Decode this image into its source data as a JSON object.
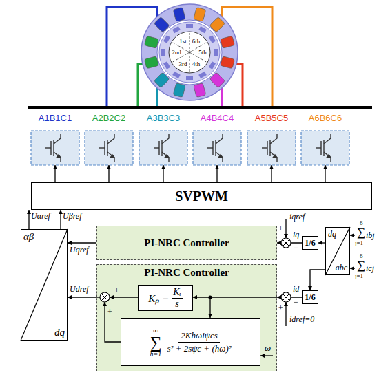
{
  "diagram": {
    "nodes": [
      {
        "text": [
          "A1B1C1"
        ]
      },
      {
        "text": [
          "A2B2C2"
        ]
      },
      {
        "text": [
          "A3B3C3"
        ]
      },
      {
        "text": [
          "A4B4C4"
        ]
      },
      {
        "text": [
          "A5B5C5"
        ]
      },
      {
        "text": [
          "A6B6C6"
        ]
      },
      {
        "text": [
          "SVPWM"
        ]
      },
      {
        "text": [
          "αβ",
          "dq"
        ]
      },
      {
        "text": [
          "PI-NRC Controller"
        ]
      },
      {
        "text": [
          "PI-NRC Controller"
        ]
      },
      {
        "text": [
          "Kₚ −",
          "Kᵢ",
          "s"
        ],
        "in": 9
      },
      {
        "text": [
          "∞",
          "∑",
          "h=1",
          "2Khωiψcs",
          "s² + 2sψc + (hω)²"
        ],
        "in": 9
      },
      {
        "text": [
          "1/6"
        ]
      },
      {
        "text": [
          "1/6"
        ]
      },
      {
        "text": [
          "dq",
          "abc"
        ]
      }
    ],
    "edges": [
      {
        "from": 6,
        "to": 0,
        "arrow": "to"
      },
      {
        "from": 6,
        "to": 1,
        "arrow": "to"
      },
      {
        "from": 6,
        "to": 2,
        "arrow": "to"
      },
      {
        "from": 6,
        "to": 3,
        "arrow": "to"
      },
      {
        "from": 6,
        "to": 4,
        "arrow": "to"
      },
      {
        "from": 6,
        "to": 5,
        "arrow": "to"
      },
      {
        "from": 7,
        "to": 6,
        "label": "Uαref",
        "arrow": "to"
      },
      {
        "from": 7,
        "to": 6,
        "label": "Uβref",
        "arrow": "to"
      },
      {
        "from": 8,
        "to": 7,
        "label": "Uqref",
        "arrow": "to"
      },
      {
        "from": 9,
        "to": 7,
        "label": "Udref",
        "arrow": "to"
      },
      {
        "from": 14,
        "to": 12,
        "arrow": "to"
      },
      {
        "from": 14,
        "to": 13,
        "arrow": "to"
      },
      {
        "from": 12,
        "to": 8,
        "arrow": "to"
      },
      {
        "from": 13,
        "to": 9,
        "arrow": "to"
      }
    ],
    "labels": [
      "1st",
      "2nd",
      "3rd",
      "4th",
      "5th",
      "6th",
      "iqref",
      "+",
      "iq",
      "−",
      "id",
      "−",
      "idref=0",
      "+",
      "+",
      "+",
      "ω",
      "6",
      "∑",
      "j=1",
      "ibj",
      "6",
      "∑",
      "j=1",
      "icj"
    ]
  }
}
